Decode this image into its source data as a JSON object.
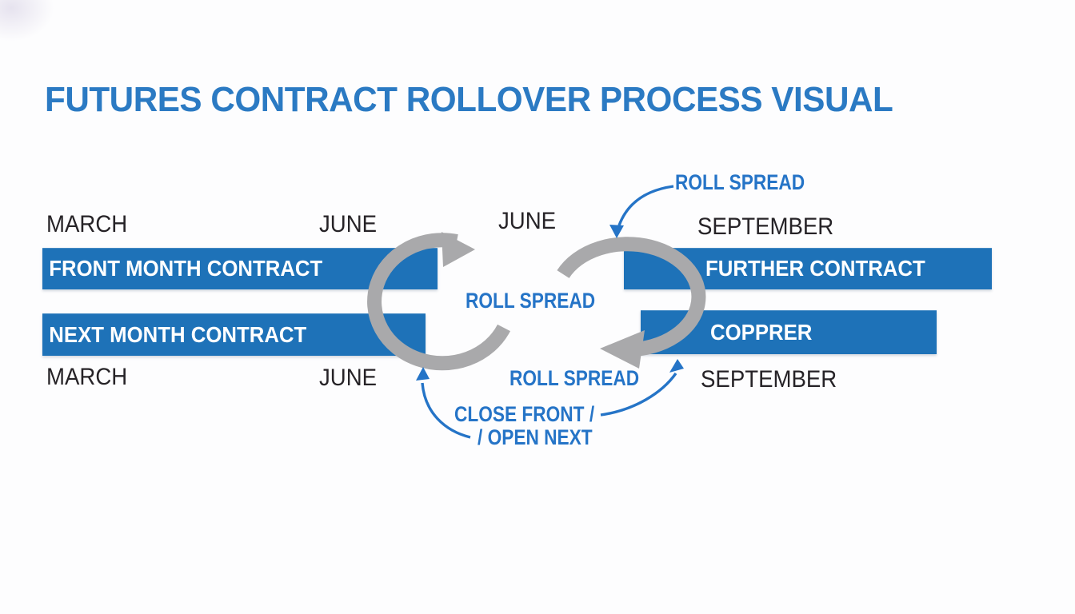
{
  "title": "FUTURES CONTRACT ROLLOVER PROCESS VISUAL",
  "colors": {
    "bar_blue": "#1e72b8",
    "title_blue": "#2b7ac3",
    "annotation_blue": "#2574c7",
    "cycle_arrow_gray": "#a9a9ab",
    "month_text": "#262327",
    "background": "#fdfdfe"
  },
  "left_timeline": {
    "top_start_month": "MARCH",
    "top_end_month": "JUNE",
    "front_bar_label": "FRONT MONTH CONTRACT",
    "next_bar_label": "NEXT MONTH CONTRACT",
    "bottom_start_month": "MARCH",
    "bottom_end_month": "JUNE"
  },
  "right_timeline": {
    "top_start_month": "JUNE",
    "top_end_month": "SEPTEMBER",
    "further_bar_label": "FURTHER CONTRACT",
    "copprer_bar_label": "COPPRER",
    "bottom_end_month": "SEPTEMBER"
  },
  "annotations": {
    "roll_spread_top": "ROLL SPREAD",
    "roll_spread_center": "ROLL SPREAD",
    "roll_spread_bottom": "ROLL SPREAD",
    "close_front": "CLOSE FRONT /",
    "open_next": "/ OPEN NEXT"
  },
  "icons": {
    "left_cycle": "circular-rotation-arrow-clockwise",
    "right_cycle": "circular-rotation-arrow-clockwise",
    "top_pointer": "curved-arrow-pointing-down",
    "bottom_left_pointer": "curved-arrow-pointing-up",
    "bottom_right_pointer": "curved-arrow-pointing-up"
  }
}
